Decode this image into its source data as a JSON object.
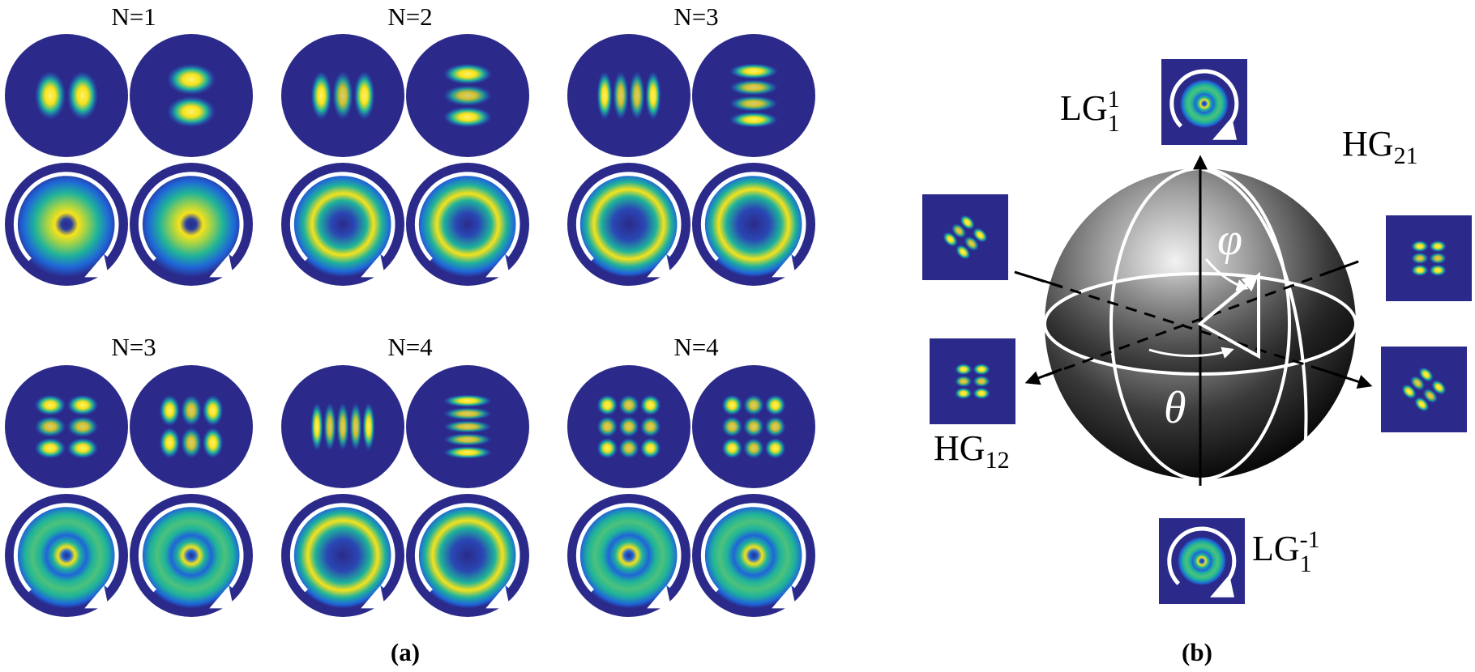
{
  "panel_a": {
    "label": "(a)",
    "groups": [
      {
        "title": "N=1",
        "hg_rows": [
          [
            1,
            0
          ],
          [
            0,
            1
          ]
        ],
        "lg": {
          "p": 0,
          "l": 1,
          "shade": "inner"
        }
      },
      {
        "title": "N=2",
        "hg_rows": [
          [
            2,
            0
          ],
          [
            0,
            2
          ]
        ],
        "lg": {
          "p": 0,
          "l": 2,
          "shade": "ring"
        }
      },
      {
        "title": "N=3",
        "hg_rows": [
          [
            3,
            0
          ],
          [
            0,
            3
          ]
        ],
        "lg": {
          "p": 0,
          "l": 3,
          "shade": "ring-wide"
        }
      },
      {
        "title": "N=3",
        "hg_rows": [
          [
            1,
            2
          ],
          [
            2,
            1
          ]
        ],
        "lg": {
          "p": 1,
          "l": 1,
          "shade": "double"
        }
      },
      {
        "title": "N=4",
        "hg_rows": [
          [
            4,
            0
          ],
          [
            0,
            4
          ]
        ],
        "lg": {
          "p": 0,
          "l": 4,
          "shade": "ring-wide"
        }
      },
      {
        "title": "N=4",
        "hg_rows": [
          [
            2,
            2
          ],
          [
            2,
            2
          ]
        ],
        "lg": {
          "p": 1,
          "l": 2,
          "shade": "double"
        }
      }
    ]
  },
  "panel_b": {
    "label": "(b)",
    "top_mode": {
      "base": "LG",
      "sup": "1",
      "sub": "1"
    },
    "bottom_mode": {
      "base": "LG",
      "sup": "-1",
      "sub": "1"
    },
    "hg21": {
      "base": "HG",
      "sub": "21"
    },
    "hg12": {
      "base": "HG",
      "sub": "12"
    },
    "phi_symbol": "φ",
    "theta_symbol": "θ"
  },
  "colors": {
    "background": "#2b2a8a",
    "mode_low": "#1f65d8",
    "mode_mid": "#1fb39a",
    "mode_high": "#f7e21b",
    "arrow": "#ffffff",
    "sphere_dark": "#141414",
    "sphere_light": "#dcdcdc"
  }
}
